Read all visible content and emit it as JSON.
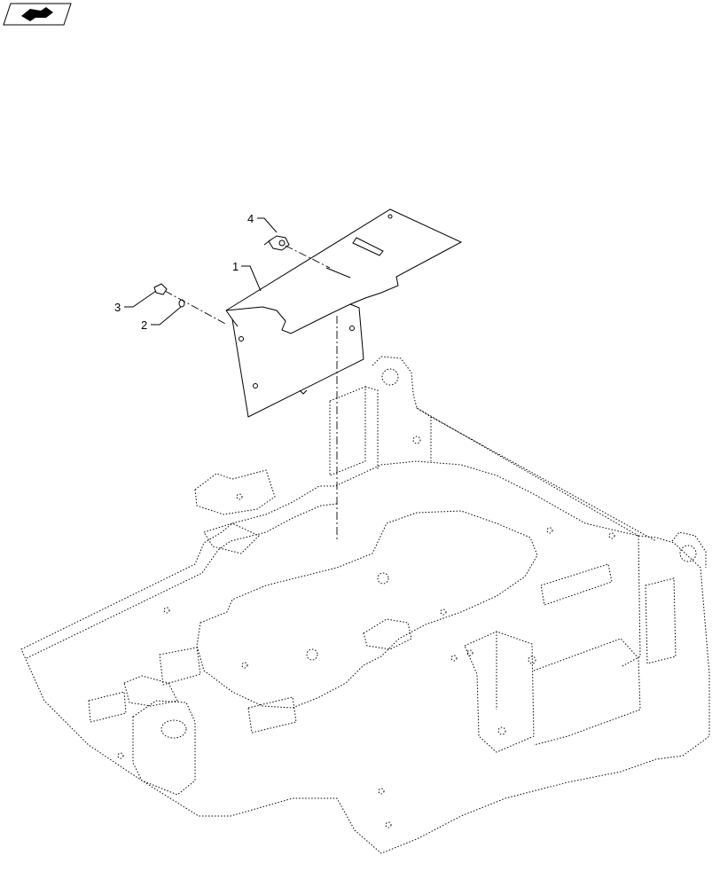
{
  "diagram": {
    "callouts": [
      {
        "id": "1",
        "text": "1"
      },
      {
        "id": "2",
        "text": "2"
      },
      {
        "id": "3",
        "text": "3"
      },
      {
        "id": "4",
        "text": "4"
      }
    ],
    "nav_icon": "arrow-page-icon",
    "colors": {
      "line": "#000000",
      "background": "#ffffff"
    }
  }
}
